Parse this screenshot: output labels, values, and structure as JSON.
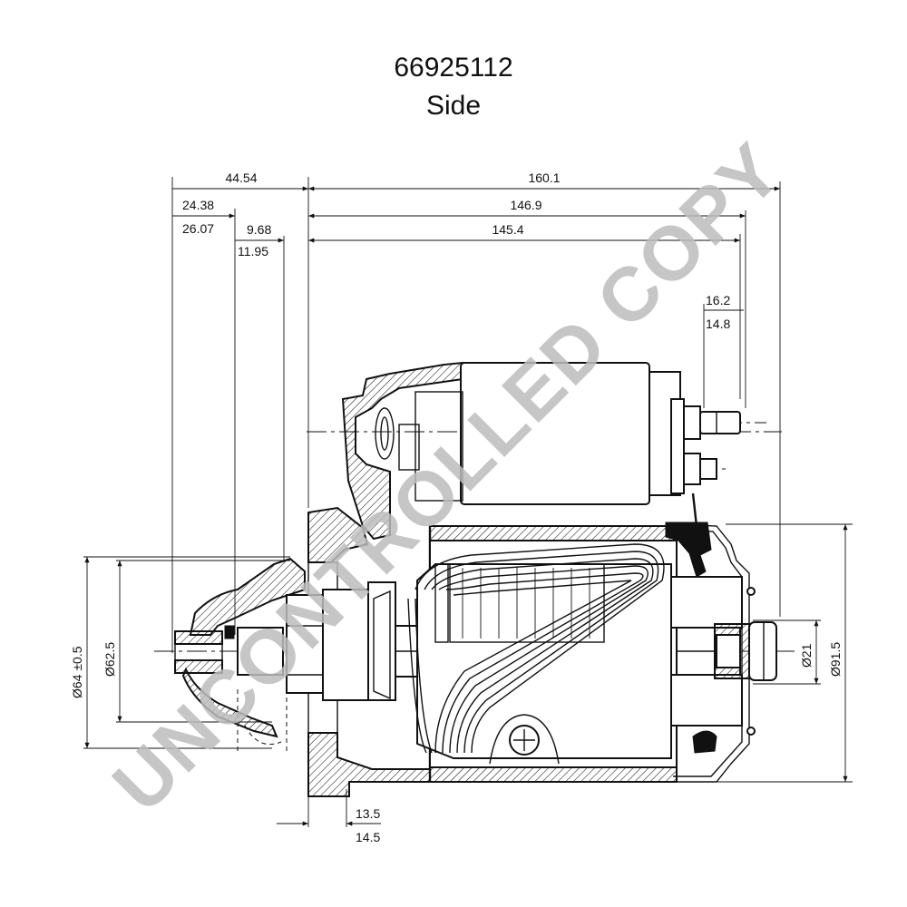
{
  "header": {
    "part_number": "66925112",
    "view": "Side"
  },
  "watermark": "UNCONTROLLED COPY",
  "dimensions": {
    "d44_54": "44.54",
    "d24_38": "24.38",
    "d26_07": "26.07",
    "d9_68": "9.68",
    "d11_95": "11.95",
    "d160_1": "160.1",
    "d146_9": "146.9",
    "d145_4": "145.4",
    "d16_2": "16.2",
    "d14_8": "14.8",
    "d13_5": "13.5",
    "d14_5": "14.5",
    "dia64": "Ø64 ±0.5",
    "dia62_5": "Ø62.5",
    "dia21": "Ø21",
    "dia91_5": "Ø91.5"
  },
  "colors": {
    "line": "#111111",
    "watermark": "#bdbdbd"
  }
}
